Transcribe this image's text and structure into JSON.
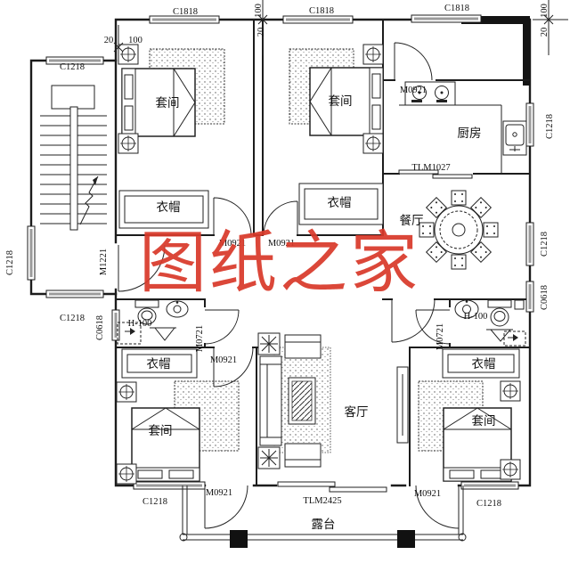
{
  "watermark": {
    "text": "图纸之家",
    "color": "#d93a2b"
  },
  "rooms": {
    "suite": "套间",
    "cloak": "衣帽",
    "kitchen": "厨房",
    "dining": "餐厅",
    "living": "客厅",
    "terrace": "露台"
  },
  "codes": {
    "c1818": "C1818",
    "c1218": "C1218",
    "c0618": "C0618",
    "m0921": "M0921",
    "m0721": "M0721",
    "m1221": "M1221",
    "tlm1027": "TLM1027",
    "tlm2425": "TLM2425",
    "h100": "H-100"
  },
  "dims": {
    "d20": "20",
    "d100": "100"
  }
}
